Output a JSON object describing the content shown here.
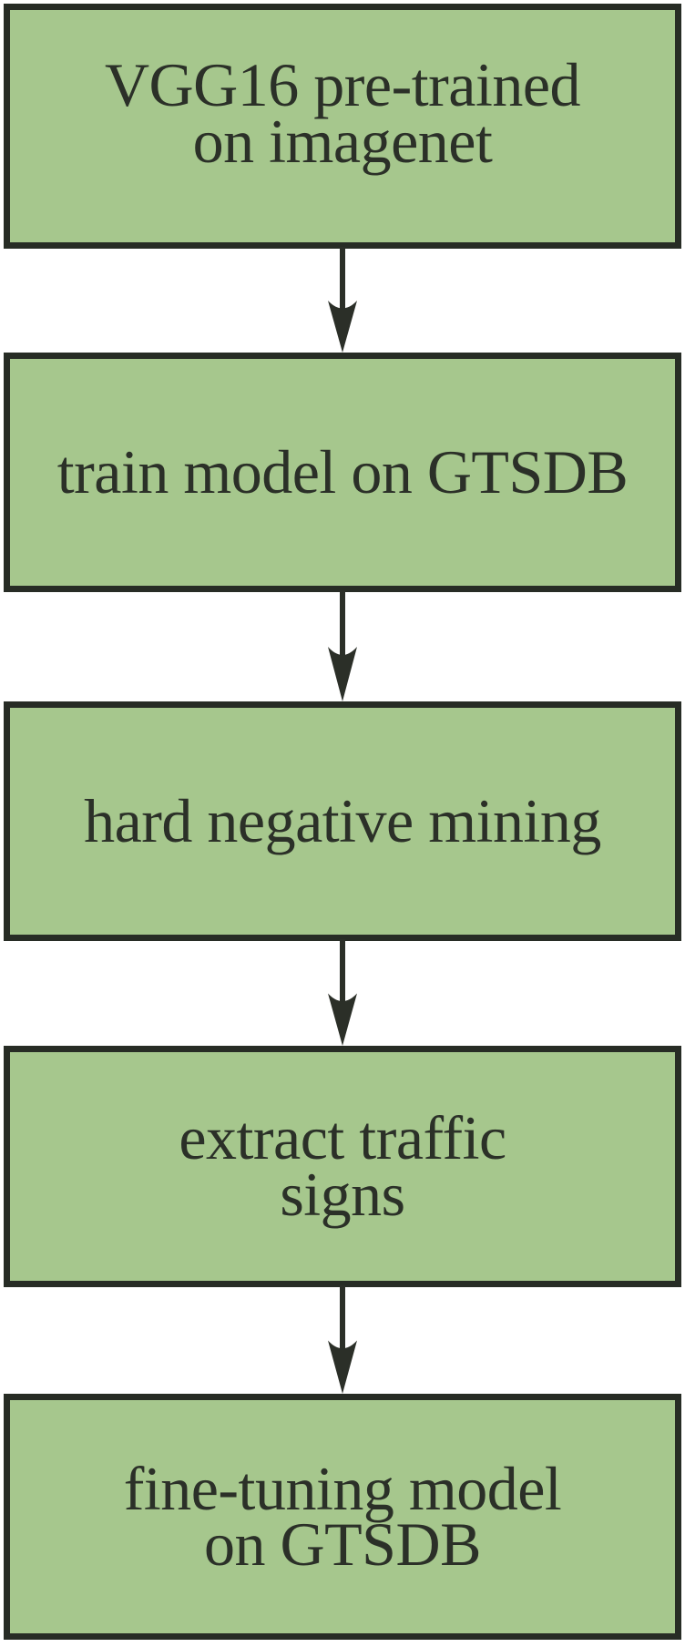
{
  "diagram": {
    "type": "flowchart",
    "direction": "top-down",
    "nodes": [
      {
        "id": "vgg16-pretrained",
        "text": "VGG16 pre-trained on imagenet",
        "lines": [
          "VGG16 pre-trained",
          "on imagenet"
        ]
      },
      {
        "id": "train-gtsdb",
        "text": "train model on GTSDB",
        "lines": [
          "train model on GTSDB"
        ]
      },
      {
        "id": "hard-negative",
        "text": "hard negative mining",
        "lines": [
          "hard negative mining"
        ]
      },
      {
        "id": "extract-signs",
        "text": "extract traffic signs",
        "lines": [
          "extract traffic",
          "signs"
        ]
      },
      {
        "id": "finetune-gtsdb",
        "text": "fine-tuning model on GTSDB",
        "lines": [
          "fine-tuning model",
          "on GTSDB"
        ]
      }
    ],
    "edges": [
      {
        "from": "vgg16-pretrained",
        "to": "train-gtsdb"
      },
      {
        "from": "train-gtsdb",
        "to": "hard-negative"
      },
      {
        "from": "hard-negative",
        "to": "extract-signs"
      },
      {
        "from": "extract-signs",
        "to": "finetune-gtsdb"
      }
    ]
  },
  "colors": {
    "node_fill": "#a6c78d",
    "node_border": "#272c25",
    "text": "#2b3028",
    "arrow": "#2b2f28",
    "background": "#ffffff"
  }
}
